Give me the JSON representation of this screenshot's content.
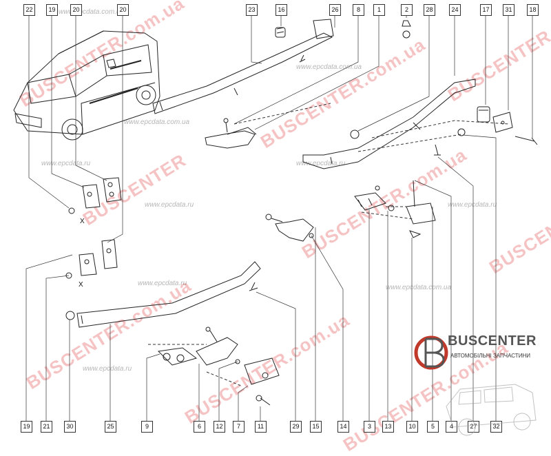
{
  "callouts": {
    "top": [
      "22",
      "19",
      "20",
      "20",
      "23",
      "16",
      "26",
      "8",
      "1",
      "2",
      "28",
      "24",
      "17",
      "31",
      "18"
    ],
    "bottom": [
      "19",
      "21",
      "30",
      "25",
      "9",
      "6",
      "12",
      "7",
      "11",
      "29",
      "15",
      "14",
      "3",
      "13",
      "10",
      "5",
      "4",
      "27",
      "32"
    ]
  },
  "markers": {
    "x_label": "X"
  },
  "watermarks": {
    "brand": "BUSCENTER",
    "brand_domain": "BUSCENTER.com.ua",
    "site": "www.epcdata.ru",
    "site_ua": "www.epcdata.com.ua"
  },
  "logo": {
    "title": "BUSCENTER",
    "subtitle": "АВТОМОБІЛЬНІ ЗАПЧАСТИНИ"
  }
}
